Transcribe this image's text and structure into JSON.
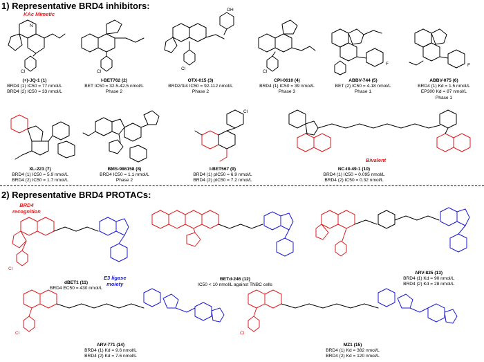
{
  "sections": {
    "s1": "1) Representative BRD4 inhibitors:",
    "s2": "2) Representative BRD4 PROTACs:"
  },
  "tags": {
    "kac": "KAc Mimetic",
    "bivalent": "Bivalent",
    "brd4_rec_1": "BRD4",
    "brd4_rec_2": "recognition",
    "e3_1": "E3 ligase",
    "e3_2": "moiety"
  },
  "compounds": [
    {
      "name": "(+)-JQ-1 (1)",
      "lines": [
        "BRD4 (1) IC50 = 77 nmol/L",
        "BRD4 (2) IC50 = 33 nmol/L"
      ]
    },
    {
      "name": "I-BET762 (2)",
      "lines": [
        "BET IC50 = 32.5-42.5 nmol/L",
        "Phase 2"
      ]
    },
    {
      "name": "OTX-015 (3)",
      "lines": [
        "BRD2/3/4 IC50 = 92-112 nmol/L",
        "Phase 2"
      ]
    },
    {
      "name": "CPI-0610 (4)",
      "lines": [
        "BRD4 (1) IC50 = 39 nmol/L",
        "Phase 3"
      ]
    },
    {
      "name": "ABBV-744 (5)",
      "lines": [
        "BET (2) IC50 = 4-18 nmol/L",
        "Phase 1"
      ]
    },
    {
      "name": "ABBV-075 (6)",
      "lines": [
        "BRD4 (1) Kd = 1.5 nmol/L",
        "EP300 Kd = 87 nmol/L",
        "Phase 1"
      ]
    },
    {
      "name": "XL-223 (7)",
      "lines": [
        "BRD4 (1) IC50 = 5.9 nmol/L",
        "BRD4 (2) IC50 = 1.7 nmol/L"
      ]
    },
    {
      "name": "BMS-986158 (8)",
      "lines": [
        "BRD4 IC50 = 1.1 nmol/L",
        "Phase 2"
      ]
    },
    {
      "name": "I-BET567 (9)",
      "lines": [
        "BRD4 (1) pIC50 = 6.9 nmol/L",
        "BRD4 (2) pIC50 = 7.2 nmol/L"
      ]
    },
    {
      "name": "NC-III-49-1 (10)",
      "lines": [
        "BRD4 (1) IC50 = 0.095 nmol/L",
        "BRD4 (2) IC50 = 0.32 nmol/L"
      ]
    },
    {
      "name": "dBET1 (11)",
      "lines": [
        "BRD4 EC50 = 430 nmol/L"
      ]
    },
    {
      "name": "BETd-246 (12)",
      "lines": [
        "IC50 < 10 nmol/L against TNBC cells"
      ]
    },
    {
      "name": "ARV-825 (13)",
      "lines": [
        "BRD4 (1) Kd = 90 nmol/L",
        "BRD4 (2) Kd = 28 nmol/L"
      ]
    },
    {
      "name": "ARV-771 (14)",
      "lines": [
        "BRD4 (1) Kd = 9.6 nmol/L",
        "BRD4 (2) Kd = 7.6 nmol/L"
      ]
    },
    {
      "name": "MZ1 (15)",
      "lines": [
        "BRD4 (1) Kd = 382 nmol/L",
        "BRD4 (2) Kd = 120 nmol/L"
      ]
    }
  ],
  "colors": {
    "warhead": "#e0191c",
    "e3_ligand": "#1a1ad6",
    "linker": "#000000"
  }
}
